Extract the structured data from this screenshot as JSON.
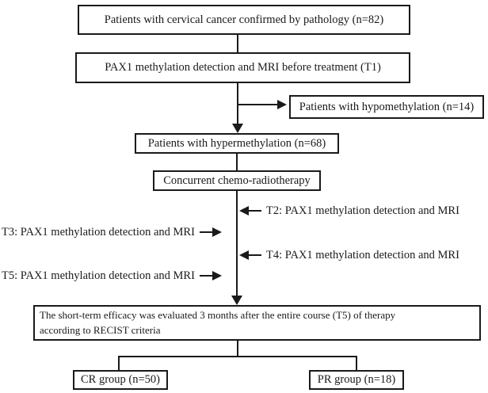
{
  "diagram": {
    "type": "flowchart",
    "colors": {
      "line": "#1a1a1a",
      "background": "#ffffff"
    },
    "nodes": {
      "pathology": {
        "label": "Patients with cervical cancer confirmed by pathology (n=82)"
      },
      "t1_detection": {
        "label": "PAX1 methylation detection and MRI before treatment (T1)"
      },
      "hypomethylation": {
        "label": "Patients with hypomethylation (n=14)"
      },
      "hypermethylation": {
        "label": "Patients with hypermethylation (n=68)"
      },
      "chemoradiotherapy": {
        "label": "Concurrent chemo-radiotherapy"
      },
      "recist": {
        "line1": "The short-term efficacy was evaluated 3 months after the entire course (T5) of therapy",
        "line2": "according to RECIST criteria"
      },
      "cr_group": {
        "label": "CR group (n=50)"
      },
      "pr_group": {
        "label": "PR group (n=18)"
      }
    },
    "annotations": {
      "t2": {
        "label": "T2: PAX1 methylation detection and MRI",
        "side": "right"
      },
      "t3": {
        "label": "T3: PAX1 methylation detection and MRI",
        "side": "left"
      },
      "t4": {
        "label": "T4: PAX1 methylation detection and MRI",
        "side": "right"
      },
      "t5": {
        "label": "T5: PAX1 methylation detection and MRI",
        "side": "left"
      }
    }
  }
}
